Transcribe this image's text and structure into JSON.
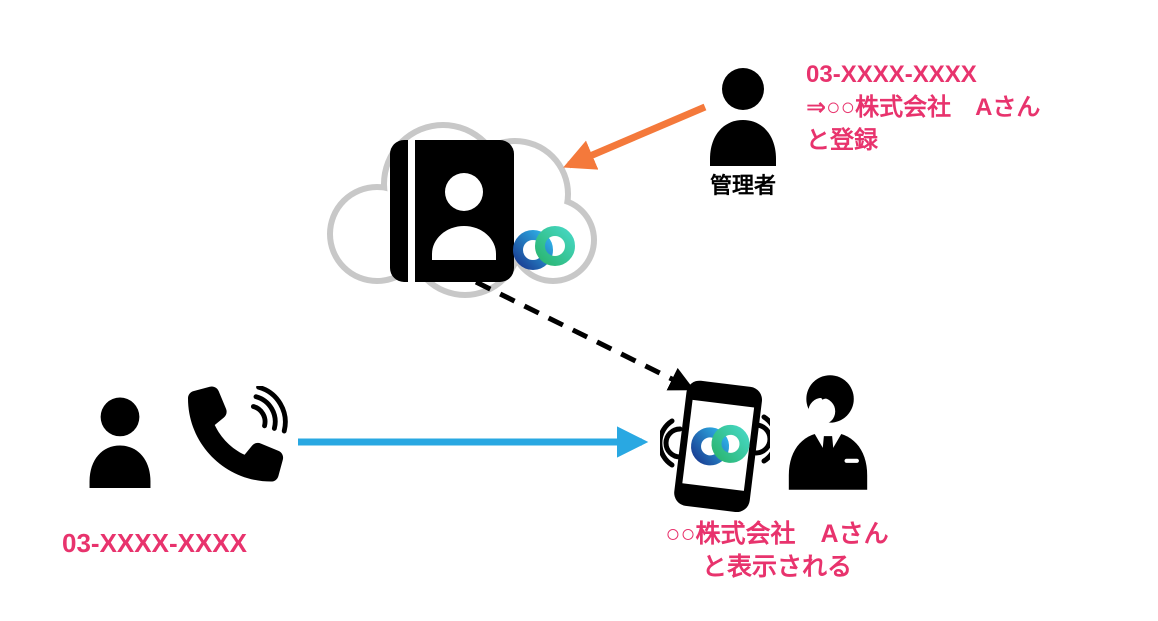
{
  "diagram": {
    "admin": {
      "label": "管理者"
    },
    "admin_note": {
      "line1": "03-XXXX-XXXX",
      "line2": "⇒○○株式会社　Aさん",
      "line3": "と登録"
    },
    "caller": {
      "number": "03-XXXX-XXXX"
    },
    "callee_note": {
      "line1": "○○株式会社　Aさん",
      "line2": "と表示される"
    }
  },
  "colors": {
    "highlight_pink": "#E8336D",
    "arrow_orange": "#F4793B",
    "arrow_blue": "#29A8E2",
    "arrow_dashed_black": "#000000",
    "cloud_outline_gray": "#C8C8C8",
    "icon_black": "#000000",
    "webex_blue_dark": "#1A3F94",
    "webex_blue_light": "#2FB3E8",
    "webex_green": "#2BB673",
    "webex_teal": "#45D6C0"
  },
  "icons": {
    "cloud": "cloud-icon",
    "contact_book": "contact-book-icon",
    "webex_logo": "webex-logo-icon",
    "admin_person": "admin-person-icon",
    "caller_person": "caller-person-icon",
    "phone_handset": "phone-handset-icon",
    "smartphone": "smartphone-icon",
    "businessman": "businessman-icon",
    "register_arrow": "register-arrow-icon",
    "lookup_arrow": "lookup-dashed-arrow-icon",
    "call_arrow": "call-arrow-icon"
  }
}
